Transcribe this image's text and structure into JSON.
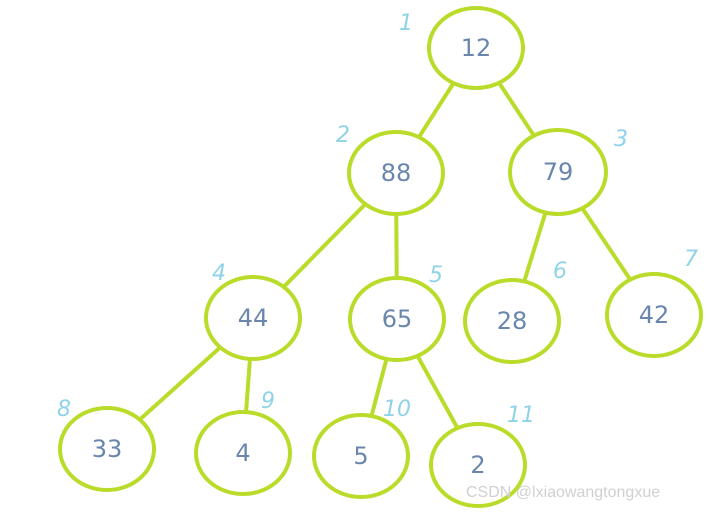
{
  "tree": {
    "nodes": [
      {
        "index": "1",
        "value": "12"
      },
      {
        "index": "2",
        "value": "88"
      },
      {
        "index": "3",
        "value": "79"
      },
      {
        "index": "4",
        "value": "44"
      },
      {
        "index": "5",
        "value": "65"
      },
      {
        "index": "6",
        "value": "28"
      },
      {
        "index": "7",
        "value": "42"
      },
      {
        "index": "8",
        "value": "33"
      },
      {
        "index": "9",
        "value": "4"
      },
      {
        "index": "10",
        "value": "5"
      },
      {
        "index": "11",
        "value": "2"
      }
    ],
    "edges": [
      [
        1,
        2
      ],
      [
        1,
        3
      ],
      [
        2,
        4
      ],
      [
        2,
        5
      ],
      [
        3,
        6
      ],
      [
        3,
        7
      ],
      [
        4,
        8
      ],
      [
        4,
        9
      ],
      [
        5,
        10
      ],
      [
        5,
        11
      ]
    ]
  },
  "watermark": "CSDN @lxiaowangtongxue"
}
